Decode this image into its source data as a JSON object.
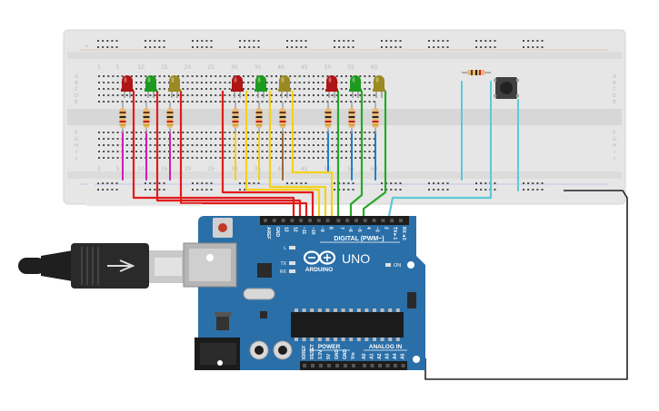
{
  "breadboard": {
    "column_numbers": [
      "1",
      "5",
      "10",
      "15",
      "20",
      "25",
      "30",
      "35",
      "40",
      "45",
      "50",
      "55",
      "60"
    ],
    "row_letters_top": [
      "A",
      "B",
      "C",
      "D",
      "E"
    ],
    "row_letters_bottom": [
      "F",
      "G",
      "H",
      "I",
      "J"
    ],
    "rail_marks": [
      "+",
      "-"
    ]
  },
  "arduino": {
    "logo_text": "ARDUINO",
    "model": "UNO",
    "digital_label": "DIGITAL (PWM~)",
    "power_label": "POWER",
    "analog_label": "ANALOG IN",
    "on_label": "ON",
    "led_labels": [
      "L",
      "TX",
      "RX"
    ],
    "digital_pins": [
      "AREF",
      "GND",
      "13",
      "12",
      "~11",
      "~10",
      "~9",
      "8",
      "7",
      "~6",
      "~5",
      "4",
      "~3",
      "2",
      "TX►1",
      "RX◄0"
    ],
    "power_pins": [
      "IOREF",
      "RESET",
      "3.3V",
      "5V",
      "GND",
      "GND",
      "Vin"
    ],
    "analog_pins": [
      "A0",
      "A1",
      "A2",
      "A3",
      "A4",
      "A5"
    ]
  },
  "leds": [
    {
      "color": "#b01515",
      "group": 1
    },
    {
      "color": "#1e9a1e",
      "group": 1
    },
    {
      "color": "#9b8a22",
      "group": 1
    },
    {
      "color": "#b01515",
      "group": 2
    },
    {
      "color": "#1e9a1e",
      "group": 2
    },
    {
      "color": "#9b8a22",
      "group": 2
    },
    {
      "color": "#b01515",
      "group": 3
    },
    {
      "color": "#1e9a1e",
      "group": 3
    },
    {
      "color": "#9b8a22",
      "group": 3
    }
  ],
  "wire_colors": {
    "red": "#e21b1b",
    "green": "#28a828",
    "yellow": "#f2d21b",
    "magenta": "#d21bb6",
    "blue": "#1e7fd0",
    "cyan": "#5cc8d8",
    "brown": "#9b6a3a",
    "black": "#222222",
    "white": "#e8e8e8"
  },
  "colors": {
    "board_blue": "#2a6fa8",
    "breadboard": "#e4e4e4",
    "rail_red": "#e06a6a",
    "rail_blue": "#6a8ee0"
  }
}
